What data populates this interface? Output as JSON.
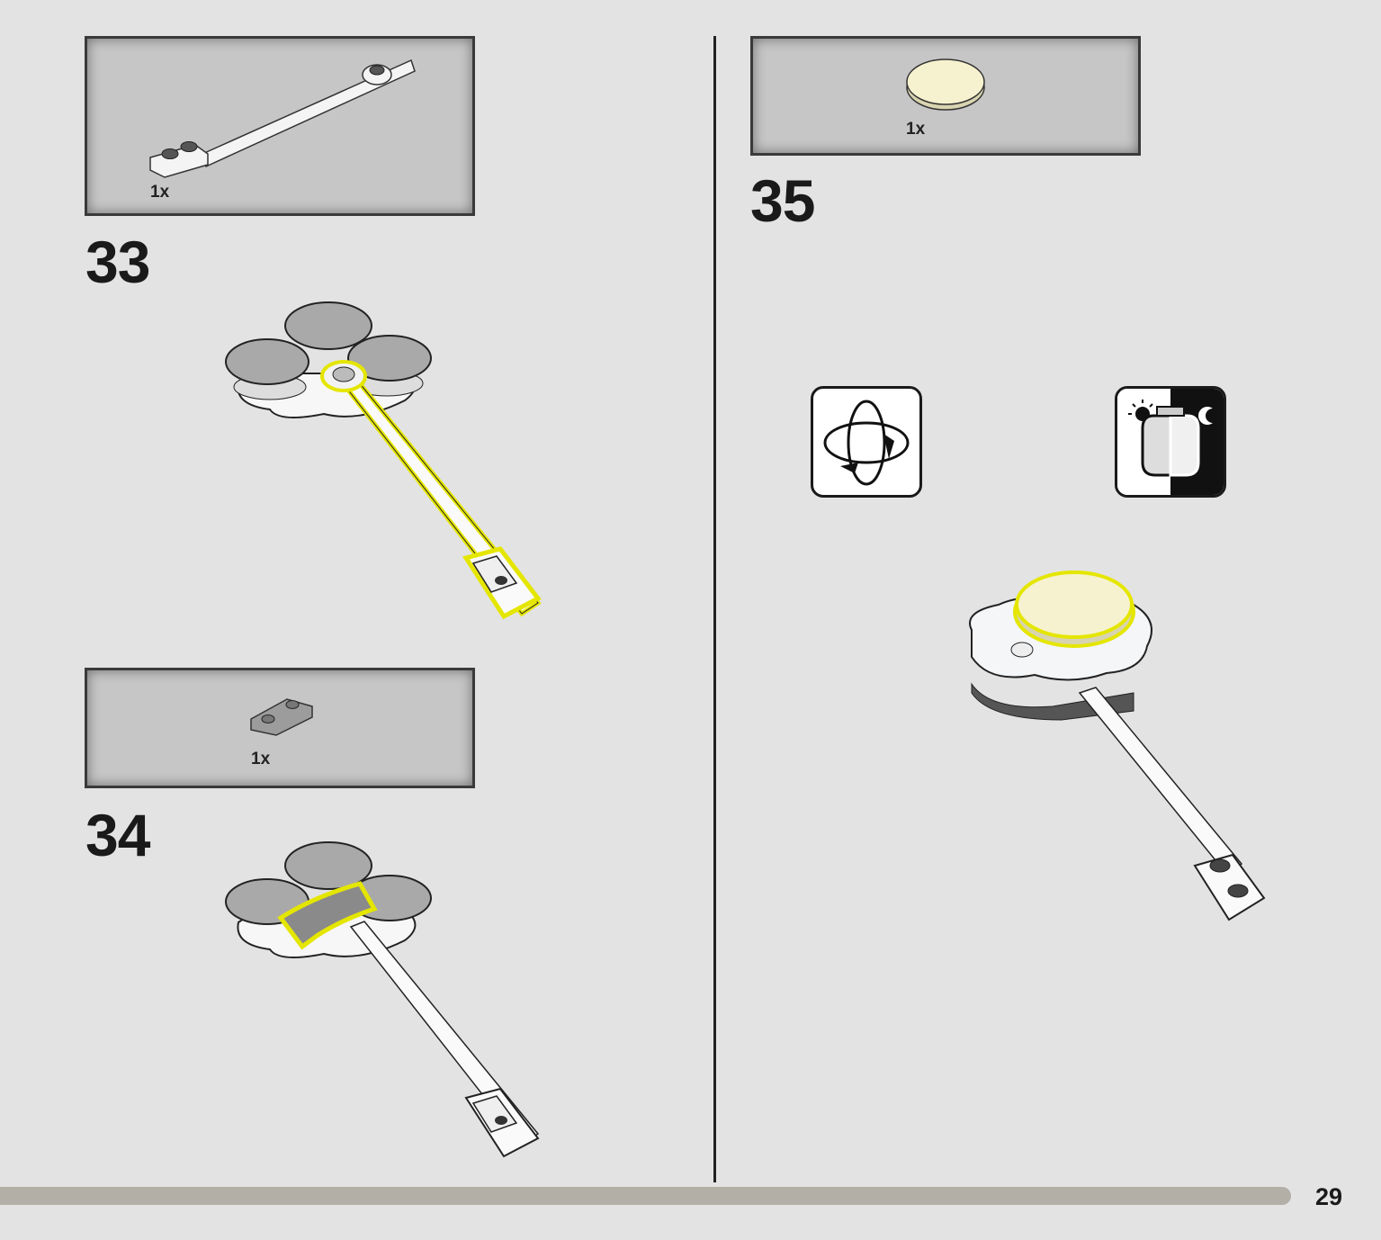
{
  "page": {
    "number": "29"
  },
  "steps": [
    {
      "number": "33",
      "callout": {
        "quantity": "1x",
        "part": "bar-with-plate-and-ring"
      }
    },
    {
      "number": "34",
      "callout": {
        "quantity": "1x",
        "part": "inverted-slope-plate"
      }
    },
    {
      "number": "35",
      "callout": {
        "quantity": "1x",
        "part": "round-tile-2x2-yellowish-white"
      }
    }
  ],
  "icons": [
    {
      "name": "rotate-model-icon"
    },
    {
      "name": "day-night-glow-icon"
    }
  ],
  "colors": {
    "background": "#e3e3e3",
    "callout_bg": "#c6c6c6",
    "highlight": "#e5e600",
    "tile_cream": "#f6f2cf",
    "progress_bar": "#b3aea6"
  }
}
